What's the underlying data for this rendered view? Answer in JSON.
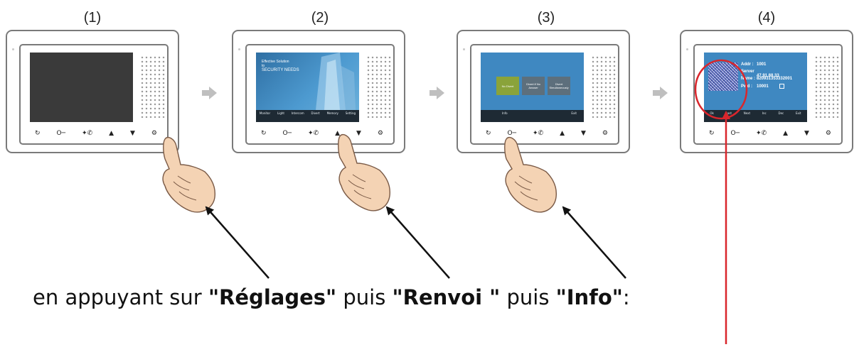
{
  "steps": [
    {
      "label": "(1)"
    },
    {
      "label": "(2)"
    },
    {
      "label": "(3)"
    },
    {
      "label": "(4)"
    }
  ],
  "device_buttons": [
    "↻",
    "O─",
    "✦✆",
    "▲",
    "▼",
    "⚙"
  ],
  "screen2": {
    "headline_1": "Effective Solution",
    "headline_2": "to",
    "headline_3": "SECURITY NEEDS",
    "menu": [
      "Monitor",
      "Light",
      "Intercom",
      "Divert",
      "Memory",
      "Setting"
    ]
  },
  "screen3": {
    "options": [
      "No Divert",
      "Divert if No Answer",
      "Divert Simultaneously"
    ],
    "menu": [
      "Info",
      "Exit"
    ]
  },
  "screen4": {
    "rows": [
      {
        "key": "Addr :",
        "value": "1001"
      },
      {
        "key": "Server :",
        "value": "47.91.88.33"
      },
      {
        "key": "Name :",
        "value": "820931353332001"
      },
      {
        "key": "Pwd :",
        "value": "10001"
      }
    ],
    "menu": [
      "Ok",
      "Last",
      "Next",
      "Inc",
      "Dec",
      "Exit"
    ]
  },
  "caption": {
    "prefix": "en appuyant sur ",
    "term1": "\"Réglages\"",
    "mid1": " puis ",
    "term2": "\"Renvoi \"",
    "mid2": " puis ",
    "term3": "\"Info\"",
    "suffix": ":"
  },
  "colors": {
    "screen_blue": "#3f88c1",
    "screen_dark": "#3a3a3a",
    "option_green": "#8aa33a",
    "option_gray": "#5d6f7c",
    "annotation_red": "#d9262c",
    "arrow_black": "#111111",
    "chevron_gray": "#bfbfbf"
  }
}
